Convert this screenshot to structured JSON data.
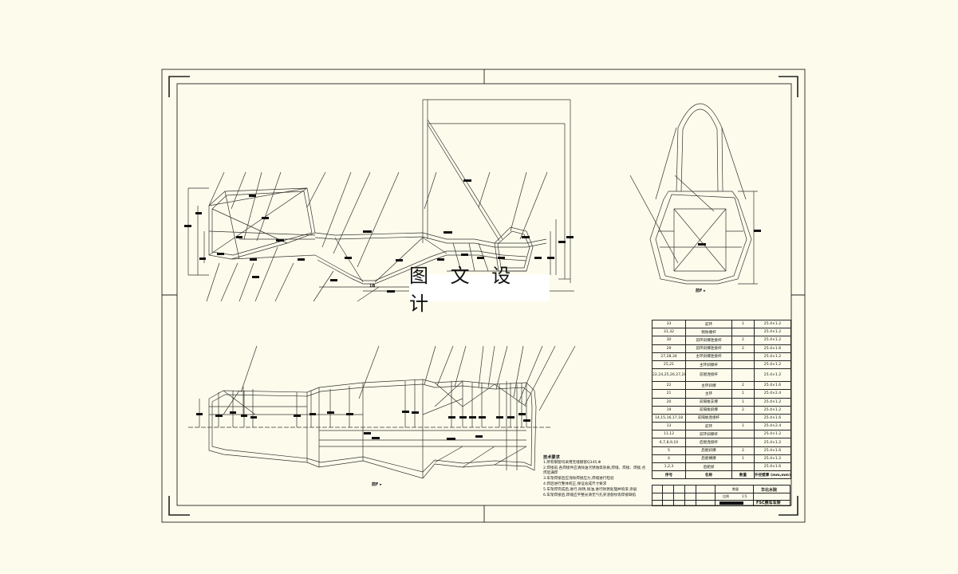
{
  "watermark": "图 文 设 计",
  "views": {
    "front_label": "前F ▸",
    "side_label": "前F ▸",
    "top_label": "前F ▸",
    "bottom_marker": "1B"
  },
  "notes": {
    "title": "技术要求",
    "lines": [
      "1.所有钢管均采用无缝钢管Q345,Φ",
      "2.焊接前,各焊接件应清除油污锈蚀等杂质,焊缝、焊接、焊接,点焊后满焊",
      "3.车架焊接后应消除焊接应力,焊缝进行检验",
      "4.焊后进行整体校正,保证总成尺寸要求",
      "5.车架焊完成后,进行,除锈,除油,进行防锈处理并喷漆,涂层",
      "6.车架焊接后,焊缝应平整光滑无气孔夹渣裂纹等焊接缺陷"
    ]
  },
  "bom": {
    "rows": [
      {
        "no": "33",
        "name": "前环",
        "qty": "1",
        "material": "25.4×1.2",
        "tall": false
      },
      {
        "no": "31,32",
        "name": "侧防撞杆",
        "qty": "",
        "material": "25.4×1.2",
        "tall": false
      },
      {
        "no": "30",
        "name": "前环斜撑连接杆",
        "qty": "2",
        "material": "25.4×1.2",
        "tall": false
      },
      {
        "no": "29",
        "name": "前环斜撑连接杆",
        "qty": "2",
        "material": "25.4×1.6",
        "tall": false
      },
      {
        "no": "27,28,34",
        "name": "主环斜撑连接杆",
        "qty": "",
        "material": "25.4×1.2",
        "tall": false
      },
      {
        "no": "25,21",
        "name": "主环斜撑杆",
        "qty": "",
        "material": "25.4×1.2",
        "tall": false
      },
      {
        "no": "22,24,25,26,27,28,29",
        "name": "前舱连接杆",
        "qty": "",
        "material": "25.4×1.2",
        "tall": true
      },
      {
        "no": "22",
        "name": "主环斜撑",
        "qty": "2",
        "material": "25.4×1.6",
        "tall": false
      },
      {
        "no": "21",
        "name": "主环",
        "qty": "1",
        "material": "25.4×2.4",
        "tall": false
      },
      {
        "no": "20",
        "name": "前隔板支撑",
        "qty": "1",
        "material": "25.4×1.2",
        "tall": false
      },
      {
        "no": "19",
        "name": "前隔板斜撑",
        "qty": "2",
        "material": "25.4×1.2",
        "tall": false
      },
      {
        "no": "14,15,16,17,18",
        "name": "前隔板连接杆",
        "qty": "",
        "material": "25.4×1.6",
        "tall": false
      },
      {
        "no": "13",
        "name": "前环",
        "qty": "1",
        "material": "25.4×2.4",
        "tall": false
      },
      {
        "no": "11,12",
        "name": "前环斜撑杆",
        "qty": "",
        "material": "25.4×1.2",
        "tall": false
      },
      {
        "no": "6,7,8,9,10",
        "name": "后舱连接杆",
        "qty": "",
        "material": "25.4×1.2",
        "tall": false
      },
      {
        "no": "5",
        "name": "后舱斜撑",
        "qty": "2",
        "material": "25.4×1.6",
        "tall": false
      },
      {
        "no": "4",
        "name": "后舱横撑",
        "qty": "1",
        "material": "25.4×1.2",
        "tall": false
      },
      {
        "no": "1,2,3",
        "name": "后舱梁",
        "qty": "",
        "material": "25.4×1.6",
        "tall": false
      }
    ],
    "header": {
      "no": "序号",
      "name": "名称",
      "qty": "数量",
      "material": "外径壁厚 (mm,mm)"
    }
  },
  "titleblock": {
    "org": "华北水院",
    "drawing": "FSC赛车车架",
    "scale": "1:5",
    "small_a": "比例",
    "small_b": "数量"
  }
}
